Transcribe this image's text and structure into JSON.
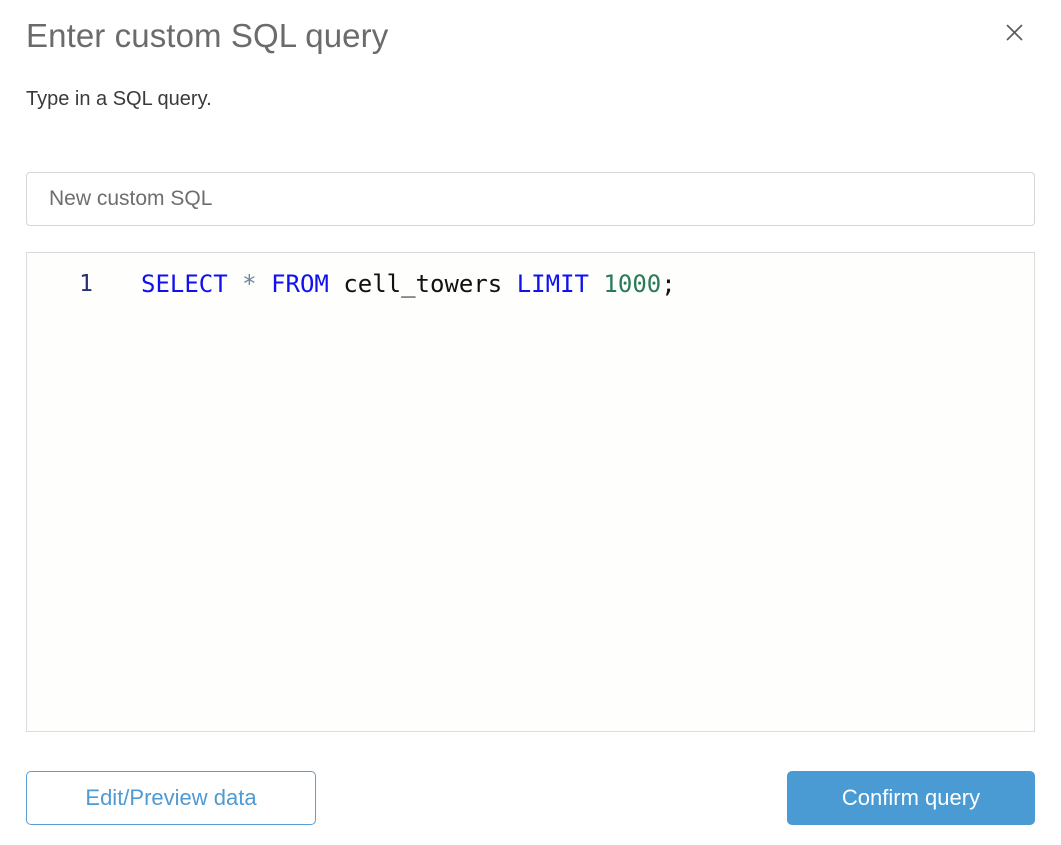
{
  "dialog": {
    "title": "Enter custom SQL query",
    "subtitle": "Type in a SQL query.",
    "close_icon": "close-icon"
  },
  "name_field": {
    "value": "",
    "placeholder": "New custom SQL"
  },
  "editor": {
    "line_number": "1",
    "query": "SELECT * FROM cell_towers LIMIT 1000;",
    "tokens": [
      {
        "text": "SELECT",
        "type": "keyword"
      },
      {
        "text": " ",
        "type": "plain"
      },
      {
        "text": "*",
        "type": "operator"
      },
      {
        "text": " ",
        "type": "plain"
      },
      {
        "text": "FROM",
        "type": "keyword"
      },
      {
        "text": " ",
        "type": "plain"
      },
      {
        "text": "cell_towers",
        "type": "identifier"
      },
      {
        "text": " ",
        "type": "plain"
      },
      {
        "text": "LIMIT",
        "type": "keyword"
      },
      {
        "text": " ",
        "type": "plain"
      },
      {
        "text": "1000",
        "type": "number"
      },
      {
        "text": ";",
        "type": "punctuation"
      }
    ]
  },
  "footer": {
    "secondary_label": "Edit/Preview data",
    "primary_label": "Confirm query"
  },
  "colors": {
    "accent_blue": "#4a9ad4",
    "outline_blue": "#5a9fd4",
    "keyword_blue": "#1010f0",
    "number_green": "#2a7a5a",
    "gutter_navy": "#26306b",
    "title_gray": "#6b6b6b",
    "subtitle_gray": "#3a3a3a",
    "border_gray": "#d6d6d6",
    "editor_bg": "#fefefc"
  }
}
